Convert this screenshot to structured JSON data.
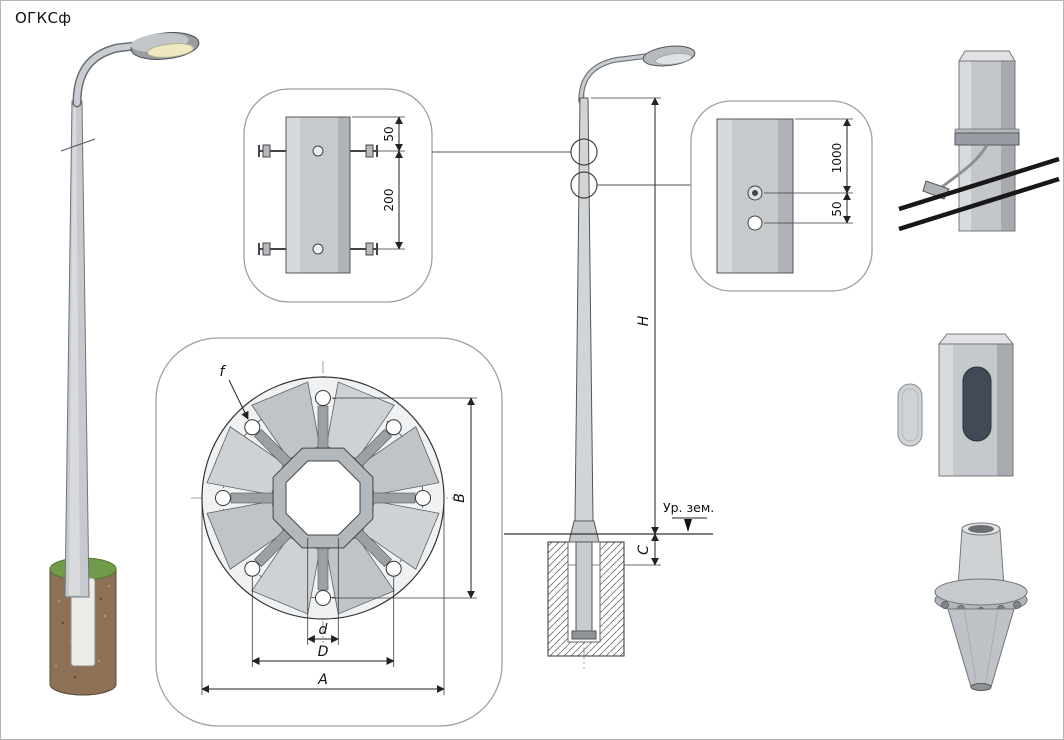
{
  "title": "ОГКСф",
  "colors": {
    "grass": "#6f9b4a",
    "soil": "#8d7156",
    "lamp_lens": "#efe9c2",
    "metal": "#c6cace"
  },
  "callout_clamp": {
    "dim_offset": "50",
    "dim_spacing": "200"
  },
  "callout_holes": {
    "dim_offset": "1000",
    "dim_spacing": "50"
  },
  "flange": {
    "hole": "f",
    "height": "B",
    "inner": "d",
    "bolt_circle": "D",
    "outer": "A"
  },
  "elevation": {
    "height": "H",
    "embed": "C",
    "ground": "Ур. зем."
  }
}
